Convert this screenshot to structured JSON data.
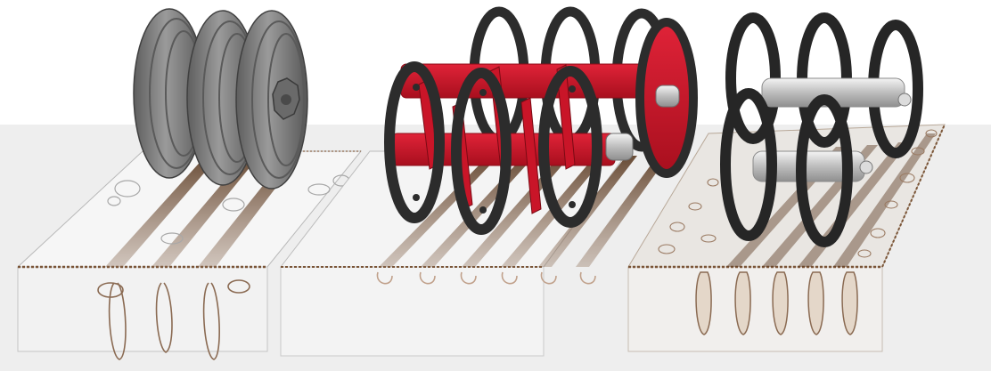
{
  "illustration": {
    "panels": [
      {
        "roller": "smooth-disc-roller",
        "furrow_count": 3
      },
      {
        "roller": "spiked-cage-roller",
        "furrow_count": 6
      },
      {
        "roller": "open-ring-roller",
        "furrow_count": 5
      }
    ],
    "colors": {
      "background_band": "#eeeeee",
      "soil": "#7a5436",
      "soil_light": "#b89a86",
      "steel_grey": "#7d7d7d",
      "rubber_black": "#2c2c2c",
      "frame_red": "#cf1a2c",
      "shaft_silver": "#c9c9c9"
    }
  }
}
